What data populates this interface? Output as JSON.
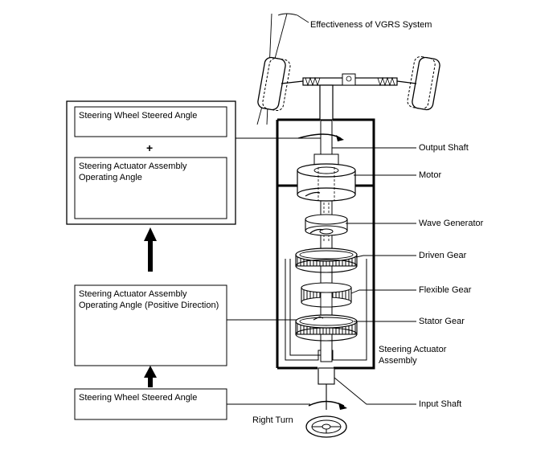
{
  "title": "Effectiveness of VGRS System",
  "boxes": {
    "sum_top": "Steering Wheel Steered Angle",
    "plus": "+",
    "sum_bottom": "Steering Actuator Assembly Operating Angle",
    "middle": "Steering Actuator Assembly Operating Angle (Positive Direction)",
    "bottom": "Steering Wheel Steered Angle"
  },
  "labels": {
    "output_shaft": "Output Shaft",
    "motor": "Motor",
    "wave_generator": "Wave Generator",
    "driven_gear": "Driven Gear",
    "flexible_gear": "Flexible Gear",
    "stator_gear": "Stator Gear",
    "steering_actuator_assembly": "Steering Actuator Assembly",
    "input_shaft": "Input Shaft",
    "right_turn": "Right Turn"
  }
}
